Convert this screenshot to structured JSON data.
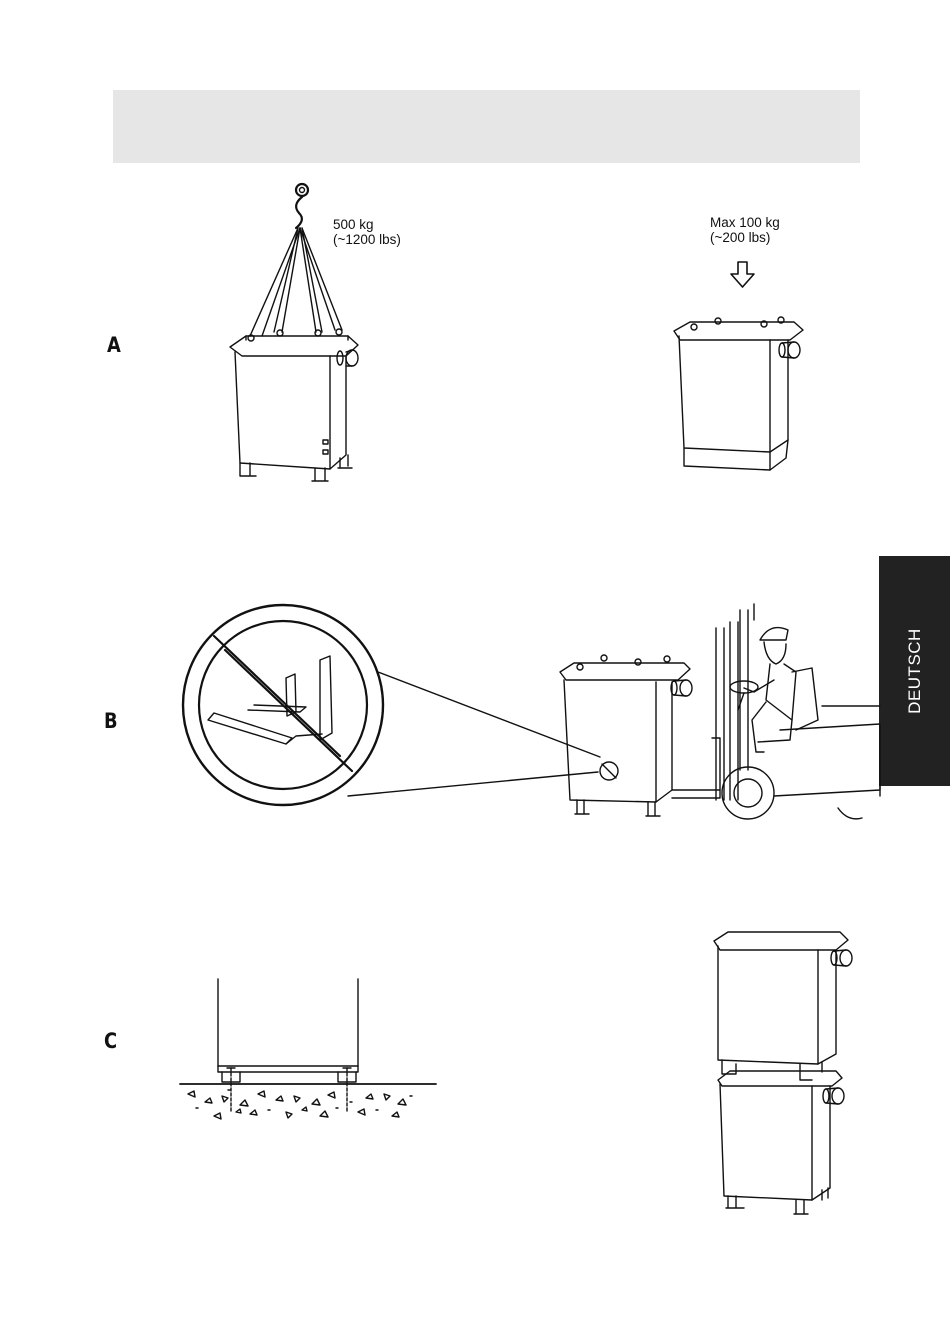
{
  "sections": {
    "a": {
      "letter": "A"
    },
    "b": {
      "letter": "B"
    },
    "c": {
      "letter": "C"
    }
  },
  "lift": {
    "weight_kg": "500 kg",
    "weight_lbs": "(~1200 lbs)"
  },
  "top_load": {
    "weight_kg": "Max 100 kg",
    "weight_lbs": "(~200 lbs)"
  },
  "language_tab": {
    "label": "DEUTSCH"
  },
  "colors": {
    "banner": "#e6e6e6",
    "tab": "#222222",
    "ink": "#111111"
  },
  "icons": [
    "crane-hook-icon",
    "down-arrow-icon",
    "no-forks-icon"
  ]
}
